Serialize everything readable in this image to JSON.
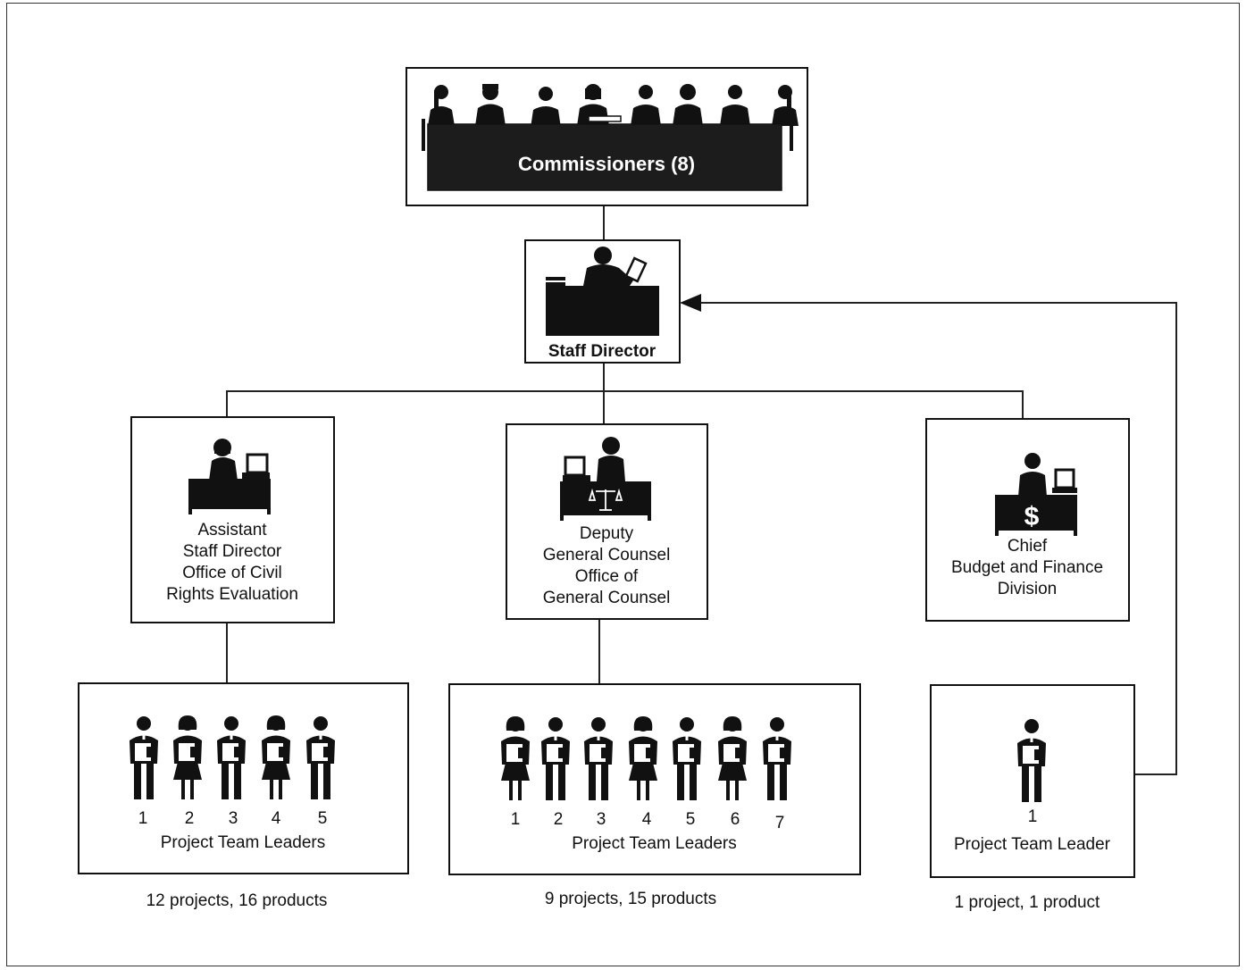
{
  "commissioners": {
    "label": "Commissioners (8)"
  },
  "staff_director": {
    "label": "Staff Director"
  },
  "offices": [
    {
      "lines": [
        "Assistant",
        "Staff Director",
        "Office of Civil",
        "Rights Evaluation"
      ]
    },
    {
      "lines": [
        "Deputy",
        "General Counsel",
        "Office of",
        "General Counsel"
      ]
    },
    {
      "lines": [
        "Chief",
        "Budget and Finance",
        "Division"
      ],
      "icon_symbol": "$"
    }
  ],
  "teams": [
    {
      "numbers": [
        "1",
        "2",
        "3",
        "4",
        "5"
      ],
      "label": "Project Team Leaders",
      "summary": "12 projects, 16 products"
    },
    {
      "numbers": [
        "1",
        "2",
        "3",
        "4",
        "5",
        "6",
        "7"
      ],
      "label": "Project Team Leaders",
      "summary": "9 projects, 15 products"
    },
    {
      "numbers": [
        "1"
      ],
      "label": "Project Team Leader",
      "summary": "1 project, 1 product"
    }
  ],
  "colors": {
    "ink": "#111111",
    "line": "#222222",
    "paper": "#ffffff"
  }
}
